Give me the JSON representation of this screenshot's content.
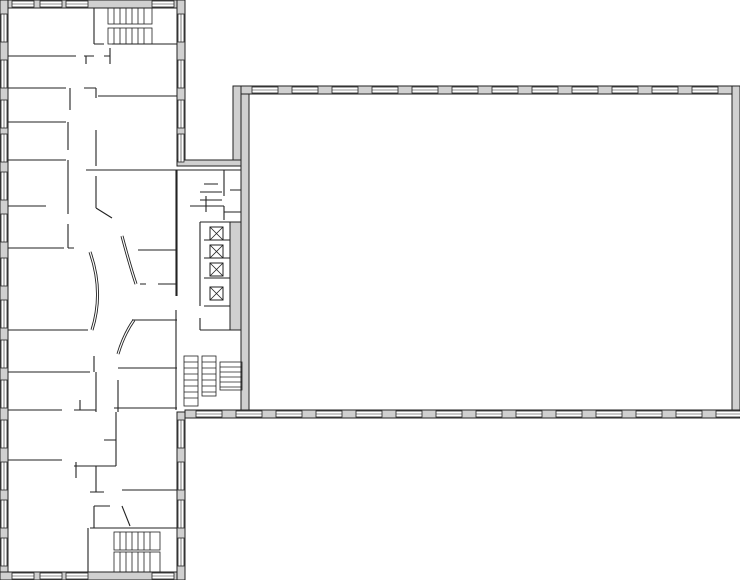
{
  "plan": {
    "kind": "floor-plan",
    "wall_fill": "#d0d0d0",
    "line_color": "#222222",
    "background": "#ffffff",
    "wings": [
      "west-wing",
      "east-hall",
      "core"
    ],
    "elevator_count": 4,
    "stair_count": 5
  }
}
